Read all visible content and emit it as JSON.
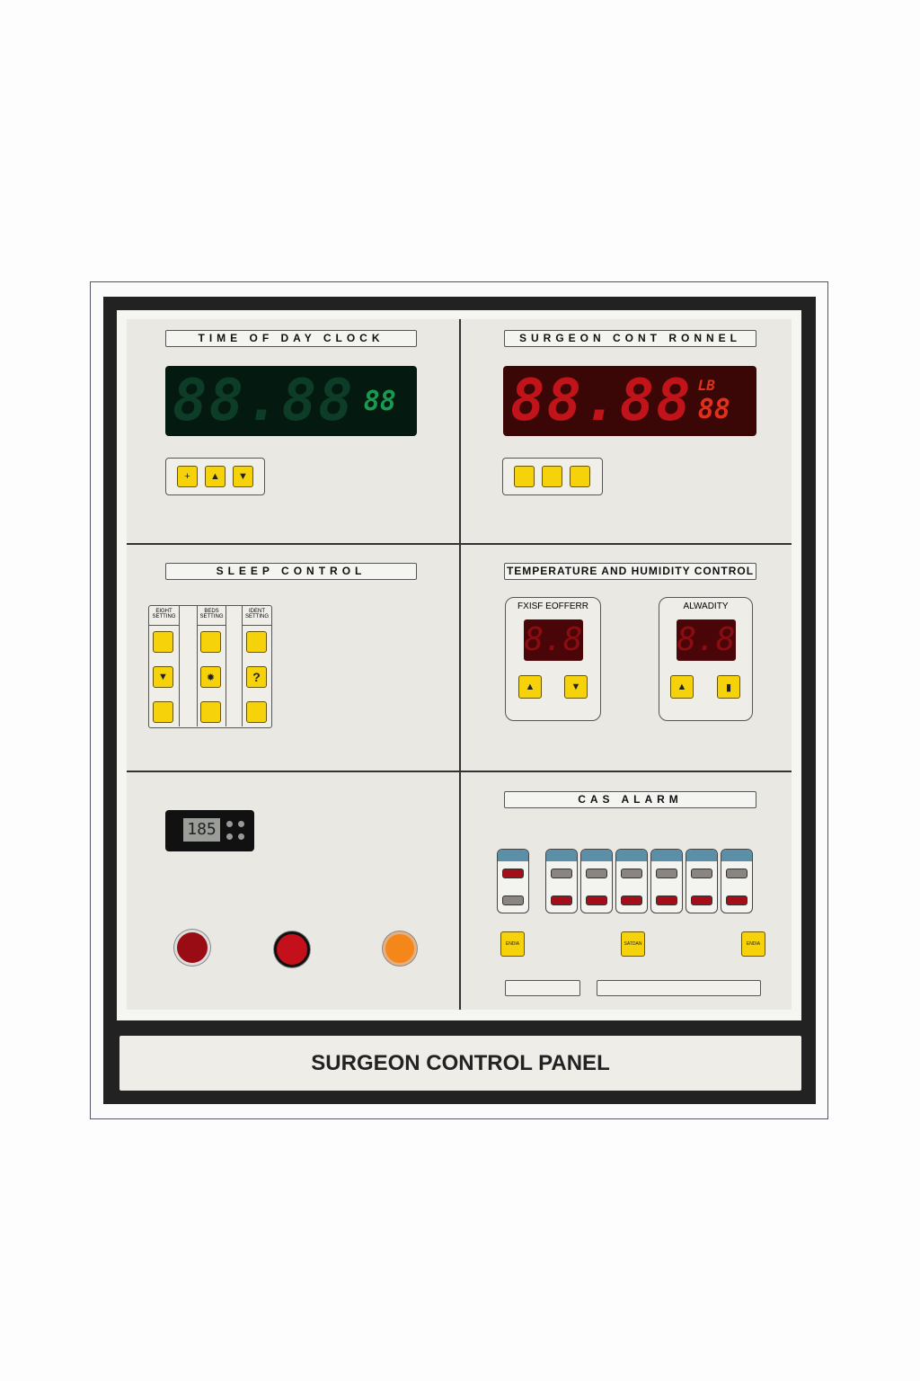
{
  "clock": {
    "title": "TIME OF DAY CLOCK",
    "main": "88.88",
    "seconds": "88",
    "buttons": [
      "+",
      "▲",
      "▼"
    ],
    "color": "#0b3a24"
  },
  "surgeon": {
    "title": "SURGEON CONT RONNEL",
    "main": "88.88",
    "unit": "LB",
    "seconds": "88",
    "color": "#c0141a"
  },
  "sleep": {
    "title": "SLEEP CONTROL",
    "columns": [
      {
        "header": "EIGHT SETTING"
      },
      {
        "header": "BEDS SETTING"
      },
      {
        "header": "IDENT SETTING"
      }
    ]
  },
  "temp_hum": {
    "title": "TEMPERATURE AND HUMIDITY CONTROL",
    "temperature": {
      "label": "FXISF EOFFERR",
      "value": "8.8"
    },
    "humidity": {
      "label": "ALWADITY",
      "value": "8.8"
    }
  },
  "controller": {
    "value": "185"
  },
  "pilot_lights": [
    {
      "color": "#9a0c14"
    },
    {
      "color": "#c4101a"
    },
    {
      "color": "#f5861a"
    }
  ],
  "gas_alarm": {
    "title": "CAS ALARM",
    "channels": 7,
    "buttons": [
      "ENDIA",
      "SATDAN",
      "ENDIA"
    ]
  },
  "nameplate": "SURGEON CONTROL PANEL"
}
